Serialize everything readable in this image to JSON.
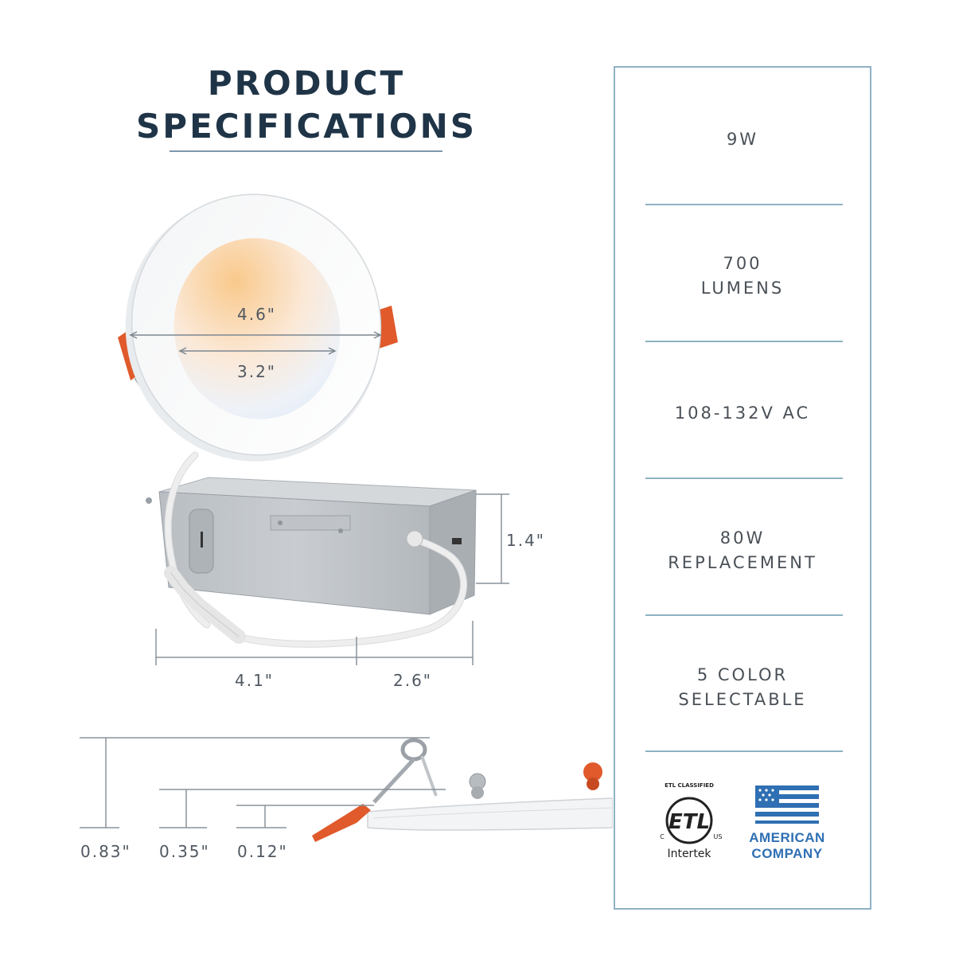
{
  "title": {
    "line1": "PRODUCT",
    "line2": "SPECIFICATIONS"
  },
  "dimensions": {
    "outer_diameter": "4.6\"",
    "inner_diameter": "3.2\"",
    "box_height": "1.4\"",
    "box_length": "4.1\"",
    "box_width": "2.6\"",
    "profile_total": "0.83\"",
    "profile_trim": "0.35\"",
    "profile_flange": "0.12\""
  },
  "specs": [
    {
      "lines": [
        "9W"
      ]
    },
    {
      "lines": [
        "700",
        "LUMENS"
      ]
    },
    {
      "lines": [
        "108-132V AC"
      ]
    },
    {
      "lines": [
        "80W",
        "REPLACEMENT"
      ]
    },
    {
      "lines": [
        "5 COLOR",
        "SELECTABLE"
      ]
    }
  ],
  "certifications": {
    "etl_classified": "ETL CLASSIFIED",
    "etl_mark": "ETL",
    "etl_c": "C",
    "etl_us": "US",
    "intertek": "Intertek",
    "american_line1": "AMERICAN",
    "american_line2": "COMPANY"
  },
  "colors": {
    "title": "#1f3447",
    "panel_border": "#8eb2c4",
    "clip_orange": "#e05a2b",
    "american_blue": "#2f6fb3"
  }
}
